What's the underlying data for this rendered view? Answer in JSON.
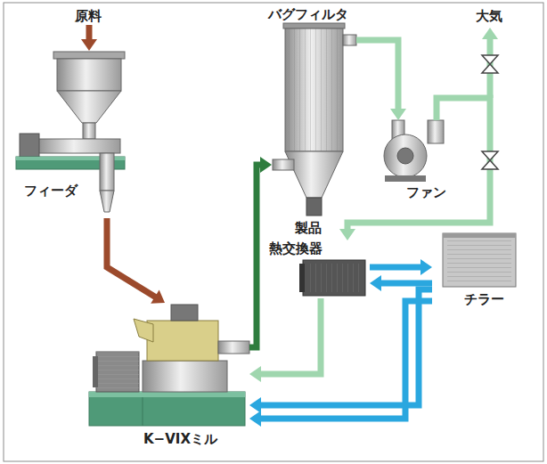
{
  "diagram": {
    "nodes": [
      {
        "text": [
          "フィーダ"
        ]
      },
      {
        "text": [
          "バグフィルタ"
        ]
      },
      {
        "text": [
          "ファン"
        ]
      },
      {
        "text": [
          "熱交換器"
        ]
      },
      {
        "text": [
          "チラー"
        ]
      },
      {
        "text": [
          "K−VIXミル"
        ]
      }
    ],
    "edges": [
      {
        "from": 0,
        "to": 5,
        "arrow": "to"
      },
      {
        "from": 5,
        "to": 1,
        "arrow": "to"
      },
      {
        "from": 1,
        "to": 2,
        "arrow": "to"
      },
      {
        "from": 2,
        "to": 3,
        "arrow": "to"
      },
      {
        "from": 3,
        "to": 5,
        "arrow": "to"
      },
      {
        "from": 3,
        "to": 4,
        "arrow": "to"
      },
      {
        "from": 4,
        "to": 3,
        "arrow": "to"
      },
      {
        "from": 4,
        "to": 5,
        "arrow": "to"
      },
      {
        "from": 4,
        "to": 5,
        "arrow": "to"
      }
    ],
    "labels": [
      "原料",
      "製品",
      "大気"
    ]
  }
}
